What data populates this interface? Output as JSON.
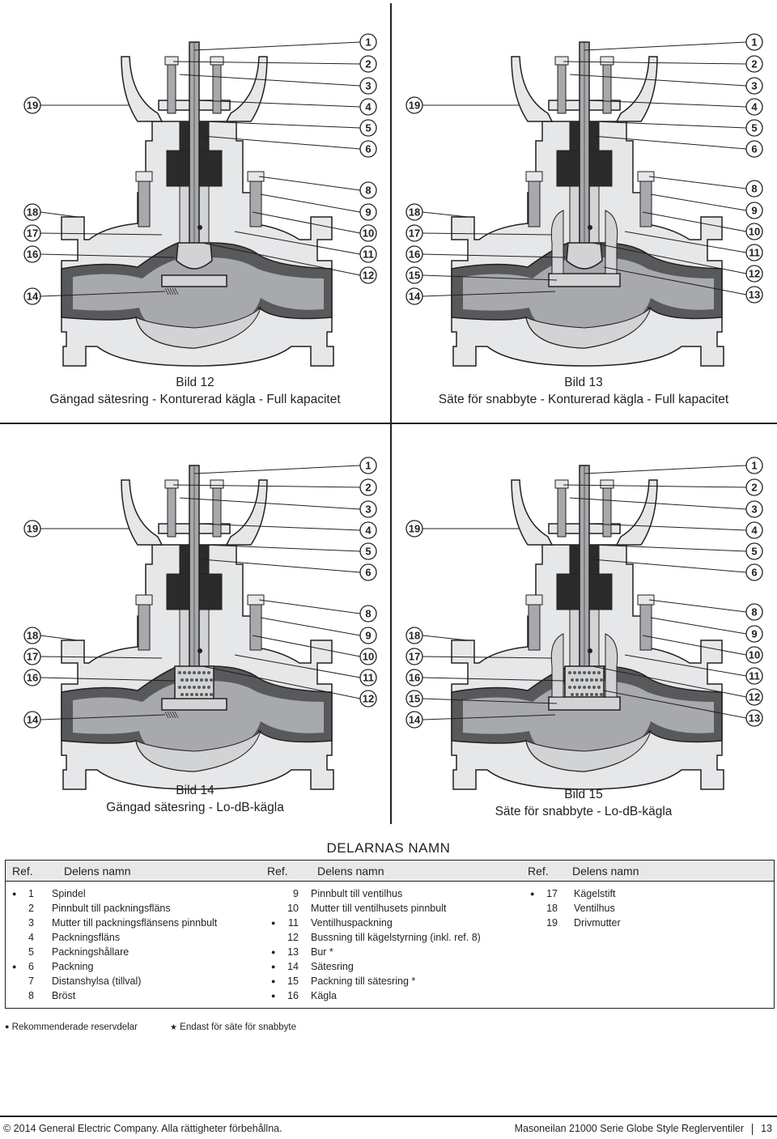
{
  "figures": [
    {
      "id": "bild12",
      "caption_title": "Bild 12",
      "caption_text": "Gängad sätesring - Konturerad kägla - Full kapacitet",
      "seat": "threaded",
      "plug": "contoured",
      "right_labels": [
        "1",
        "2",
        "3",
        "4",
        "5",
        "6",
        "8",
        "9",
        "10",
        "11",
        "12"
      ],
      "left_labels": [
        "19",
        "18",
        "17",
        "16",
        "14"
      ]
    },
    {
      "id": "bild13",
      "caption_title": "Bild 13",
      "caption_text": "Säte för snabbyte - Konturerad kägla - Full kapacitet",
      "seat": "quick",
      "plug": "contoured",
      "right_labels": [
        "1",
        "2",
        "3",
        "4",
        "5",
        "6",
        "8",
        "9",
        "10",
        "11",
        "12",
        "13"
      ],
      "left_labels": [
        "19",
        "18",
        "17",
        "16",
        "15",
        "14"
      ]
    },
    {
      "id": "bild14",
      "caption_title": "Bild 14",
      "caption_text": "Gängad sätesring - Lo-dB-kägla",
      "seat": "threaded",
      "plug": "lodb",
      "right_labels": [
        "1",
        "2",
        "3",
        "4",
        "5",
        "6",
        "8",
        "9",
        "10",
        "11",
        "12"
      ],
      "left_labels": [
        "19",
        "18",
        "17",
        "16",
        "14"
      ]
    },
    {
      "id": "bild15",
      "caption_title": "Bild 15",
      "caption_text": "Säte för snabbyte - Lo-dB-kägla",
      "seat": "quick",
      "plug": "lodb",
      "right_labels": [
        "1",
        "2",
        "3",
        "4",
        "5",
        "6",
        "8",
        "9",
        "10",
        "11",
        "12",
        "13"
      ],
      "left_labels": [
        "19",
        "18",
        "17",
        "16",
        "15",
        "14"
      ]
    }
  ],
  "parts": {
    "title": "DELARNAS NAMN",
    "header_ref": "Ref.",
    "header_name": "Delens namn",
    "columns": [
      [
        {
          "ref": "1",
          "name": "Spindel",
          "recommended": true
        },
        {
          "ref": "2",
          "name": "Pinnbult till packningsfläns",
          "recommended": false
        },
        {
          "ref": "3",
          "name": "Mutter till packningsflänsens pinnbult",
          "recommended": false
        },
        {
          "ref": "4",
          "name": "Packningsfläns",
          "recommended": false
        },
        {
          "ref": "5",
          "name": "Packningshållare",
          "recommended": false
        },
        {
          "ref": "6",
          "name": "Packning",
          "recommended": true
        },
        {
          "ref": "7",
          "name": "Distanshylsa (tillval)",
          "recommended": false
        },
        {
          "ref": "8",
          "name": "Bröst",
          "recommended": false
        }
      ],
      [
        {
          "ref": "9",
          "name": "Pinnbult till ventilhus",
          "recommended": false
        },
        {
          "ref": "10",
          "name": "Mutter till ventilhusets pinnbult",
          "recommended": false
        },
        {
          "ref": "11",
          "name": "Ventilhuspackning",
          "recommended": true
        },
        {
          "ref": "12",
          "name": "Bussning till kägelstyrning (inkl. ref. 8)",
          "recommended": false
        },
        {
          "ref": "13",
          "name": "Bur *",
          "recommended": true
        },
        {
          "ref": "14",
          "name": "Sätesring",
          "recommended": true
        },
        {
          "ref": "15",
          "name": "Packning till sätesring *",
          "recommended": true
        },
        {
          "ref": "16",
          "name": "Kägla",
          "recommended": true
        }
      ],
      [
        {
          "ref": "17",
          "name": "Kägelstift",
          "recommended": true
        },
        {
          "ref": "18",
          "name": "Ventilhus",
          "recommended": false
        },
        {
          "ref": "19",
          "name": "Drivmutter",
          "recommended": false
        }
      ]
    ]
  },
  "legend": {
    "recommended": "Rekommenderade reservdelar",
    "quick_change_only": "Endast för säte för snabbyte",
    "dot_symbol": "●",
    "star_symbol": "★"
  },
  "footer": {
    "copyright": "© 2014 General Electric Company. Alla rättigheter förbehållna.",
    "document": "Masoneilan 21000 Serie Globe Style Reglerventiler",
    "page": "13"
  },
  "colors": {
    "ink": "#231f20",
    "body_fill": "#e6e7e8",
    "shade_dark": "#58595b",
    "shade_mid": "#a7a9ac",
    "shade_light": "#d1d3d4",
    "header_fill": "#e8e8e9"
  }
}
